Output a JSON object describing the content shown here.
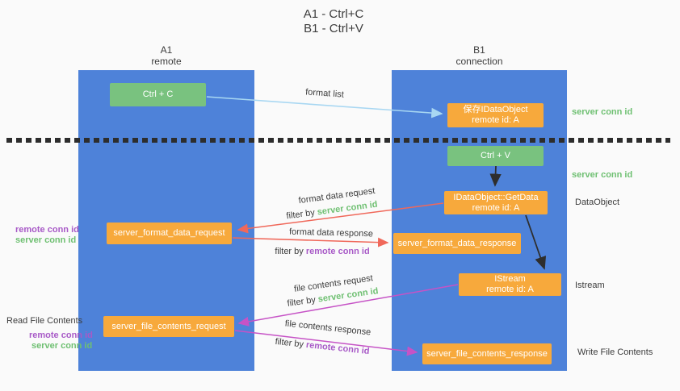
{
  "title": {
    "line1": "A1 - Ctrl+C",
    "line2": "B1 - Ctrl+V"
  },
  "lanes": {
    "left": {
      "title": "A1",
      "subtitle": "remote"
    },
    "right": {
      "title": "B1",
      "subtitle": "connection"
    }
  },
  "boxes": {
    "ctrl_c": {
      "label": "Ctrl + C"
    },
    "ctrl_v": {
      "label": "Ctrl + V"
    },
    "save_dataobject": {
      "line1": "保存IDataObject",
      "line2": "remote id: A"
    },
    "getdata": {
      "line1": "IDataObject::GetData",
      "line2": "remote id: A"
    },
    "istream": {
      "line1": "IStream",
      "line2": "remote id: A"
    },
    "format_request": {
      "label": "server_format_data_request"
    },
    "format_response": {
      "label": "server_format_data_response"
    },
    "file_request": {
      "label": "server_file_contents_request"
    },
    "file_response": {
      "label": "server_file_contents_response"
    }
  },
  "arrows": {
    "format_list": {
      "label": "format list"
    },
    "format_data_request": {
      "label": "format data request",
      "filter_prefix": "filter by",
      "filter_key": "server conn id"
    },
    "format_data_response": {
      "label": "format data response",
      "filter_prefix": "filter by",
      "filter_key": "remote conn id"
    },
    "file_contents_request": {
      "label": "file contents request",
      "filter_prefix": "filter by",
      "filter_key": "server conn id"
    },
    "file_contents_response": {
      "label": "file contents response",
      "filter_prefix": "filter by",
      "filter_key": "remote conn id"
    }
  },
  "side_labels": {
    "right_top_server_conn_id": "server conn id",
    "right_mid_server_conn_id": "server conn id",
    "dataobject": "DataObject",
    "istream": "Istream",
    "write_file_contents": "Write File Contents",
    "read_file_contents": "Read File Contents",
    "left_top_remote_conn_id": "remote conn id",
    "left_top_server_conn_id": "server conn id",
    "left_bottom_remote_conn_id": "remote conn id",
    "left_bottom_server_conn_id": "server conn id"
  },
  "colors": {
    "lane_blue": "#4E82D9",
    "box_green": "#79C27F",
    "box_orange": "#F7A93C",
    "arrow_light_blue": "#A8D7F2",
    "arrow_red": "#F0685A",
    "arrow_magenta": "#C653C6",
    "arrow_black": "#2E2E2E",
    "label_green": "#6FC072",
    "label_purple": "#A85AC7",
    "dashed_line": "#2D2D2D",
    "text_dark": "#3C3C3C"
  }
}
